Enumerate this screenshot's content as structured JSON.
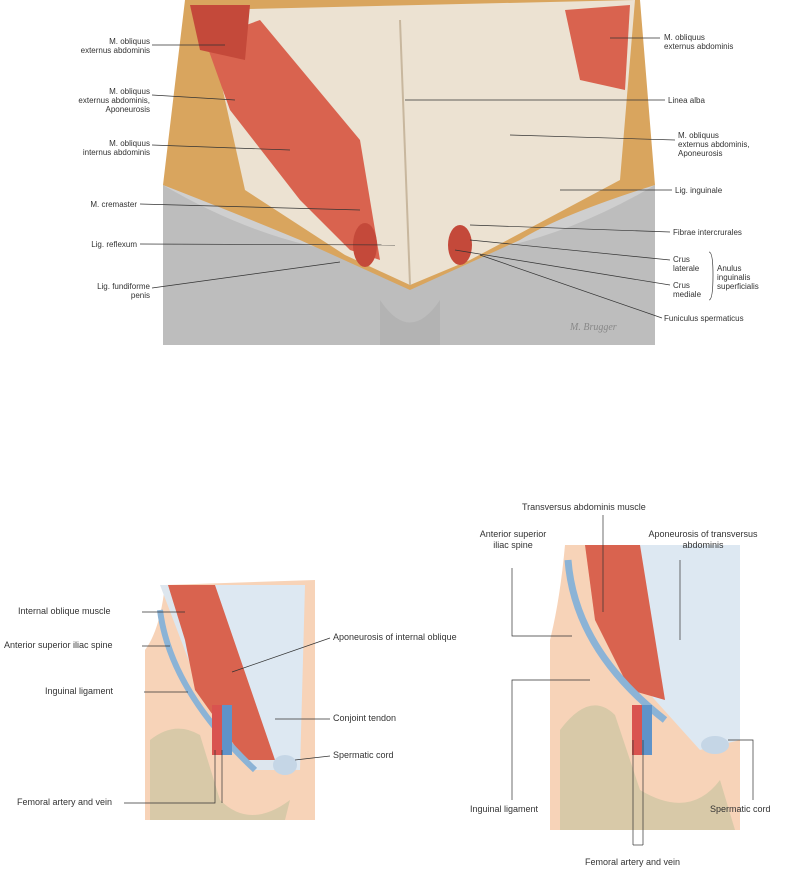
{
  "top_figure": {
    "left_labels": [
      {
        "lines": [
          "M. obliquus",
          "externus abdominis"
        ]
      },
      {
        "lines": [
          "M. obliquus",
          "externus abdominis,",
          "Aponeurosis"
        ]
      },
      {
        "lines": [
          "M. obliquus",
          "internus abdominis"
        ]
      },
      {
        "lines": [
          "M. cremaster"
        ]
      },
      {
        "lines": [
          "Lig. reflexum"
        ]
      },
      {
        "lines": [
          "Lig. fundiforme",
          "penis"
        ]
      }
    ],
    "right_labels": [
      {
        "lines": [
          "M. obliquus",
          "externus abdominis"
        ]
      },
      {
        "lines": [
          "Linea alba"
        ]
      },
      {
        "lines": [
          "M. obliquus",
          "externus abdominis,",
          "Aponeurosis"
        ]
      },
      {
        "lines": [
          "Lig. inguinale"
        ]
      },
      {
        "lines": [
          "Fibrae intercrurales"
        ]
      },
      {
        "lines": [
          "Crus",
          "laterale"
        ]
      },
      {
        "lines": [
          "Crus",
          "mediale"
        ]
      },
      {
        "lines": [
          "Funiculus spermaticus"
        ]
      }
    ],
    "group_label": [
      "Anulus",
      "inguinalis",
      "superficialis"
    ],
    "signature": "M. Brugger"
  },
  "bottom_left_figure": {
    "labels": [
      "Internal oblique muscle",
      "Anterior superior iliac spine",
      "Inguinal ligament",
      "Femoral artery and vein",
      "Aponeurosis of internal oblique",
      "Conjoint tendon",
      "Spermatic cord"
    ]
  },
  "bottom_right_figure": {
    "labels": [
      "Transversus abdominis muscle",
      "Anterior superior iliac spine",
      "Aponeurosis of transversus abdominis",
      "Inguinal ligament",
      "Spermatic cord",
      "Femoral artery and vein"
    ]
  },
  "colors": {
    "muscle": "#d9634f",
    "fat": "#d9a55e",
    "skin": "#c9c9c9",
    "aponeurosis": "#e9dfd0",
    "bg_skin": "#f7d3b8"
  }
}
